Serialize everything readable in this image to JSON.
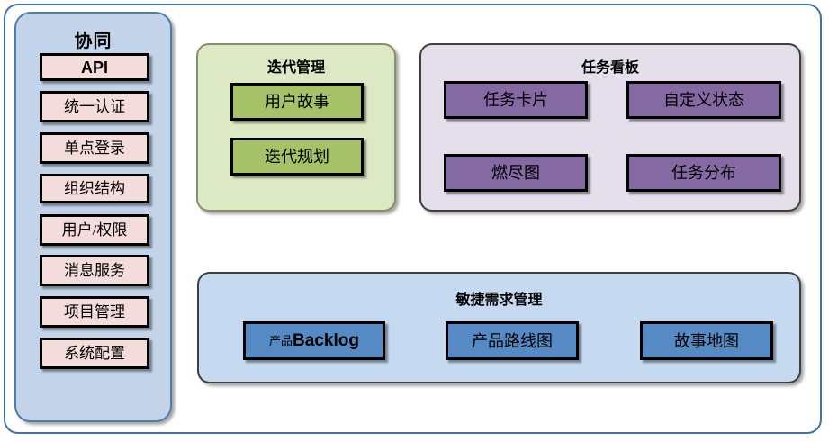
{
  "diagram": {
    "title_colors": {
      "frame_border": "#4472a0",
      "collab_bg": "#c3d4ea",
      "iteration_bg": "#dde8c4",
      "taskboard_bg": "#e5dfeb",
      "agile_bg": "#c5d9f1",
      "node_pink": "#f4dcdc",
      "node_green": "#a5c267",
      "node_purple": "#8469a3",
      "node_blue": "#558ac4"
    },
    "groups": {
      "collaboration": {
        "title": "协同",
        "items": [
          {
            "label": "API"
          },
          {
            "label": "统一认证"
          },
          {
            "label": "单点登录"
          },
          {
            "label": "组织结构"
          },
          {
            "label": "用户/权限"
          },
          {
            "label": "消息服务"
          },
          {
            "label": "项目管理"
          },
          {
            "label": "系统配置"
          }
        ]
      },
      "iteration": {
        "title": "迭代管理",
        "items": [
          {
            "label": "用户故事"
          },
          {
            "label": "迭代规划"
          }
        ]
      },
      "taskboard": {
        "title": "任务看板",
        "items": [
          {
            "label": "任务卡片"
          },
          {
            "label": "自定义状态"
          },
          {
            "label": "燃尽图"
          },
          {
            "label": "任务分布"
          }
        ]
      },
      "agile": {
        "title": "敏捷需求管理",
        "items": [
          {
            "label_cjk": "产品",
            "label_latin": "Backlog"
          },
          {
            "label": "产品路线图"
          },
          {
            "label": "故事地图"
          }
        ]
      }
    }
  }
}
